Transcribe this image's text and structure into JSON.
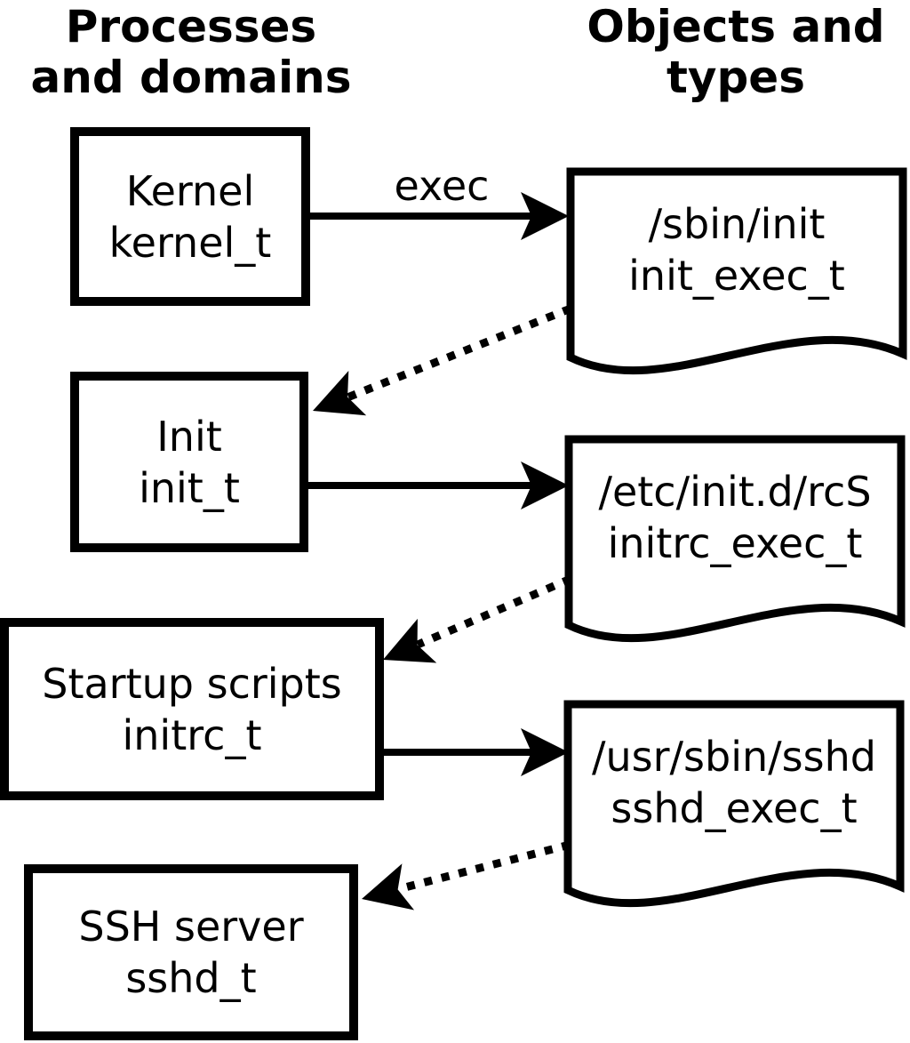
{
  "colors": {
    "ink": "#000000",
    "paper": "#ffffff"
  },
  "headers": {
    "left": {
      "line1": "Processes",
      "line2": "and domains"
    },
    "right": {
      "line1": "Objects and",
      "line2": "types"
    }
  },
  "arrow_labels": {
    "exec": "exec"
  },
  "process_boxes": [
    {
      "name": "Kernel",
      "domain": "kernel_t"
    },
    {
      "name": "Init",
      "domain": "init_t"
    },
    {
      "name": "Startup scripts",
      "domain": "initrc_t"
    },
    {
      "name": "SSH server",
      "domain": "sshd_t"
    }
  ],
  "object_docs": [
    {
      "path": "/sbin/init",
      "type": "init_exec_t"
    },
    {
      "path": "/etc/init.d/rcS",
      "type": "initrc_exec_t"
    },
    {
      "path": "/usr/sbin/sshd",
      "type": "sshd_exec_t"
    }
  ]
}
